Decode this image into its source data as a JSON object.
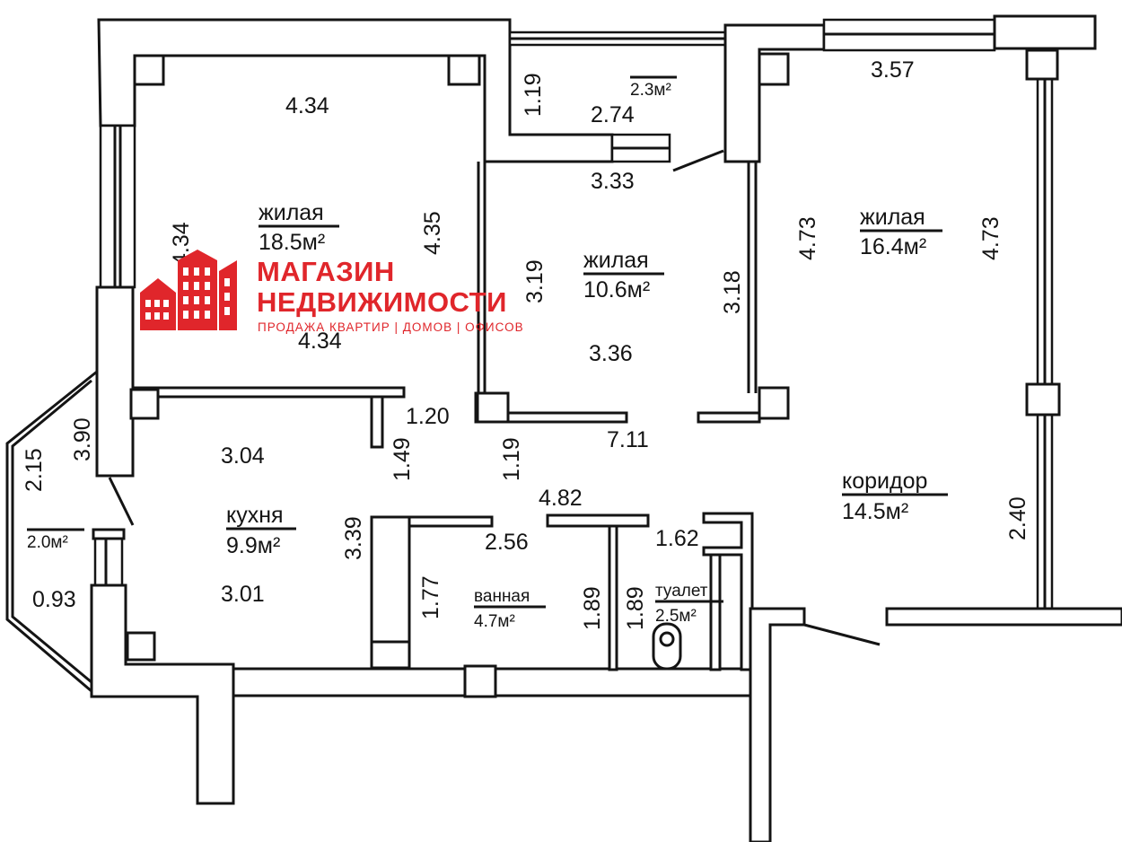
{
  "watermark": {
    "line1": "МАГАЗИН",
    "line2": "НЕДВИЖИМОСТИ",
    "tagline": "ПРОДАЖА КВАРТИР | ДОМОВ | ОФИСОВ",
    "color": "#e0262b"
  },
  "rooms": {
    "living_left": {
      "label": "жилая",
      "area": "18.5м²"
    },
    "living_mid": {
      "label": "жилая",
      "area": "10.6м²"
    },
    "living_right": {
      "label": "жилая",
      "area": "16.4м²"
    },
    "kitchen": {
      "label": "кухня",
      "area": "9.9м²"
    },
    "bath": {
      "label": "ванная",
      "area": "4.7м²"
    },
    "toilet": {
      "label": "туалет",
      "area": "2.5м²"
    },
    "corridor": {
      "label": "коридор",
      "area": "14.5м²"
    },
    "balcony_top": {
      "area": "2.3м²"
    },
    "balcony_left": {
      "area": "2.0м²"
    }
  },
  "dimensions": {
    "d434_top": "4.34",
    "d434_left": "4.34",
    "d435": "4.35",
    "d434_bottom": "4.34",
    "d119_top": "1.19",
    "d274": "2.74",
    "d333": "3.33",
    "d357": "3.57",
    "d473_left": "4.73",
    "d473_right": "4.73",
    "d319": "3.19",
    "d318": "3.18",
    "d336": "3.36",
    "d120": "1.20",
    "d149": "1.49",
    "d119_mid": "1.19",
    "d711": "7.11",
    "d390": "3.90",
    "d215": "2.15",
    "d304": "3.04",
    "d482": "4.82",
    "d339": "3.39",
    "d256": "2.56",
    "d162": "1.62",
    "d177": "1.77",
    "d189_a": "1.89",
    "d189_b": "1.89",
    "d240": "2.40",
    "d301": "3.01",
    "d093": "0.93"
  }
}
